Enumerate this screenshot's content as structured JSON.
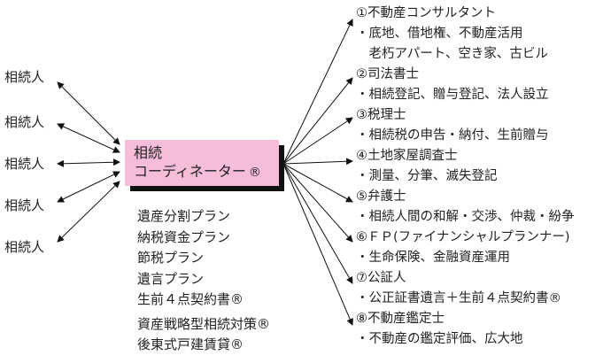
{
  "heirs": [
    "相続人",
    "相続人",
    "相続人",
    "相続人",
    "相続人"
  ],
  "center": {
    "line1": "相続",
    "line2": "コーディネーター",
    "mark": "®"
  },
  "plans": [
    "遺産分割プラン",
    "納税資金プラン",
    "節税プラン",
    "遺言プラン",
    "生前４点契約書®",
    "資産戦略型相続対策®",
    "後東式戸建賃貸®"
  ],
  "experts": [
    {
      "title": "①不動産コンサルタント",
      "details": [
        "・底地、借地権、不動産活用",
        "　老朽アパート、空き家、古ビル"
      ]
    },
    {
      "title": "②司法書士",
      "details": [
        "・相続登記、贈与登記、法人設立"
      ]
    },
    {
      "title": "③税理士",
      "details": [
        "・相続税の申告・納付、生前贈与"
      ]
    },
    {
      "title": "④土地家屋調査士",
      "details": [
        "・測量、分筆、滅失登記"
      ]
    },
    {
      "title": "⑤弁護士",
      "details": [
        "・相続人間の和解・交渉、仲裁・紛争"
      ]
    },
    {
      "title": "⑥ＦＰ(ファイナンシャルプランナー)",
      "details": [
        "・生命保険、金融資産運用"
      ]
    },
    {
      "title": "⑦公証人",
      "details": [
        "・公正証書遺言＋生前４点契約書®"
      ]
    },
    {
      "title": "⑧不動産鑑定士",
      "details": [
        "・不動産の鑑定評価、広大地"
      ]
    }
  ]
}
